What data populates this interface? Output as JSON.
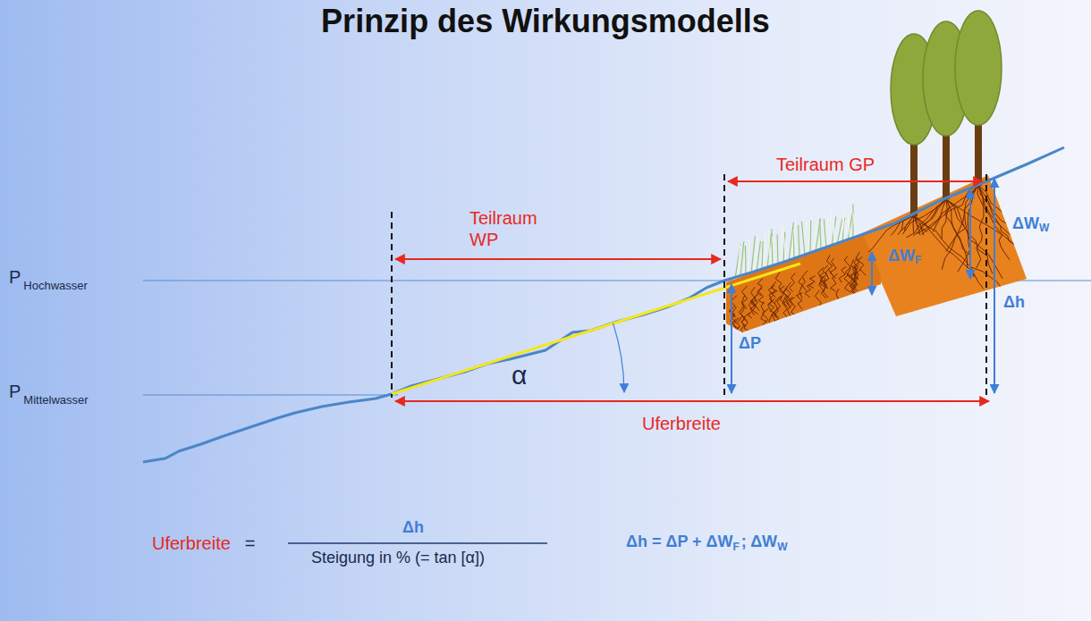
{
  "diagram": {
    "title": "Prinzip des Wirkungsmodells",
    "labels": [
      "Teilraum GP",
      "Teilraum WP",
      "P",
      "Hochwasser",
      "P",
      "Mittelwasser",
      "ΔW",
      "F",
      "ΔW",
      "W",
      "Δh",
      "ΔP",
      "α",
      "Uferbreite",
      "Uferbreite",
      "=",
      "Δh",
      "Steigung in % (= tan [α])",
      "Δh = ΔP + ΔW",
      "F",
      "; ΔW",
      "W"
    ]
  }
}
